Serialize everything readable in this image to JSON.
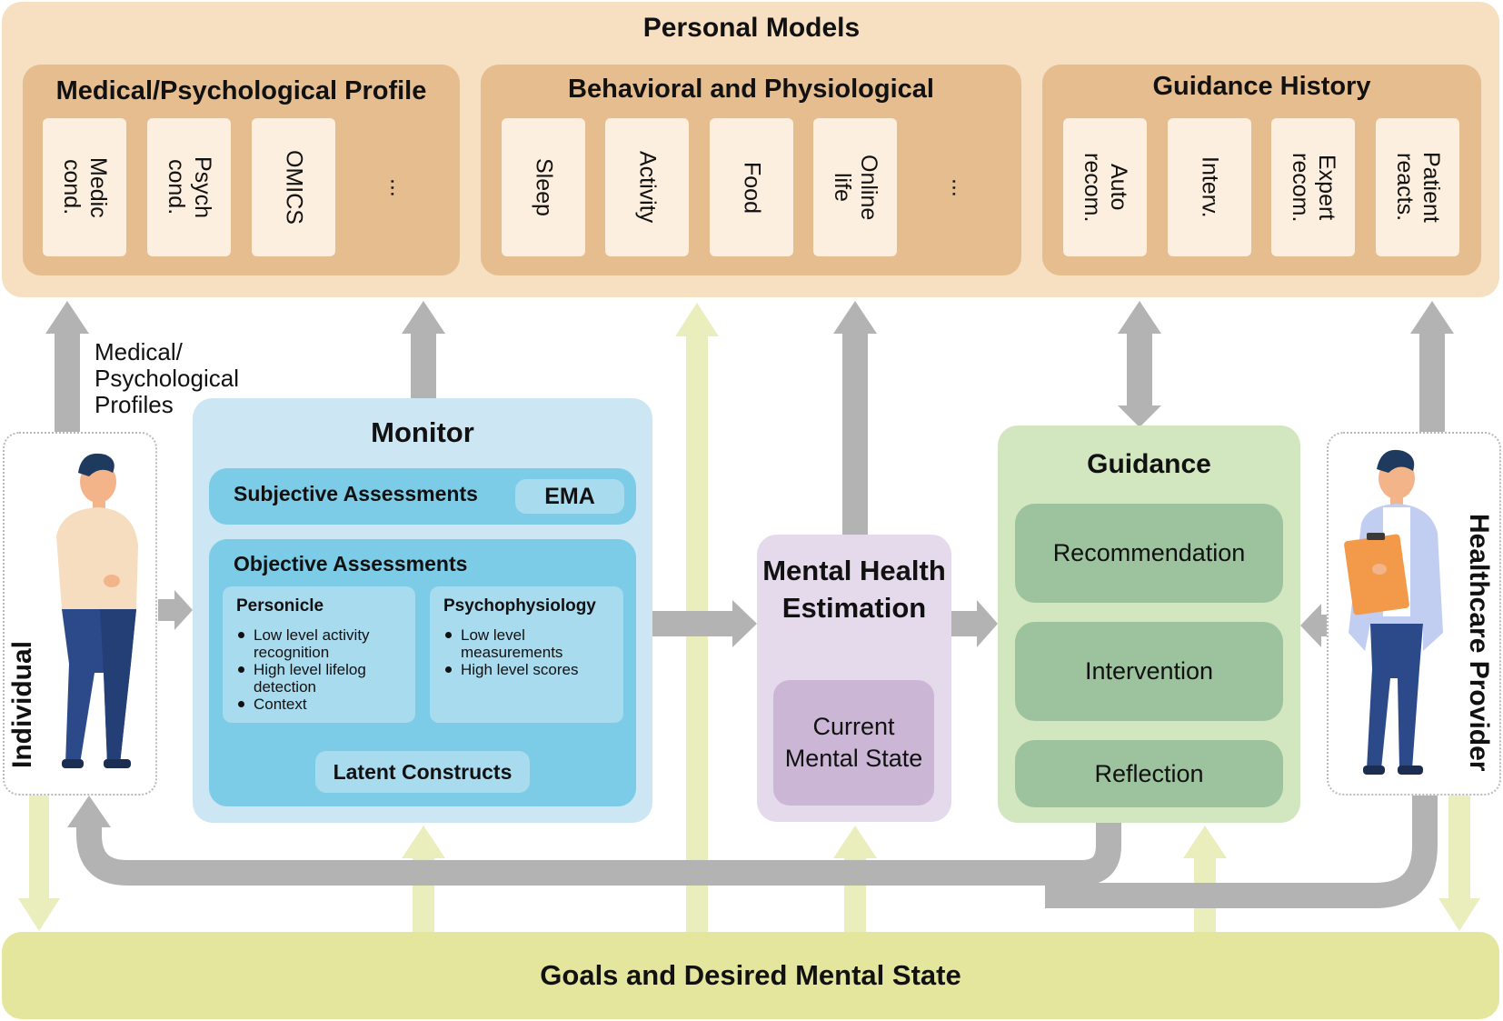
{
  "personal_models": {
    "title": "Personal Models",
    "groups": [
      {
        "title": "Medical/Psychological Profile",
        "items": [
          "Medic\ncond.",
          "Psych\ncond.",
          "OMICS",
          "..."
        ]
      },
      {
        "title": "Behavioral and Physiological",
        "items": [
          "Sleep",
          "Activity",
          "Food",
          "Online\nlife",
          "..."
        ]
      },
      {
        "title": "Guidance History",
        "items": [
          "Auto\nrecom.",
          "Interv.",
          "Expert\nrecom.",
          "Patient\nreacts."
        ]
      }
    ]
  },
  "profile_note": "Medical/\nPsychological\nProfiles",
  "individual": {
    "label": "Individual"
  },
  "provider": {
    "label": "Healthcare Provider"
  },
  "monitor": {
    "title": "Monitor",
    "subjective": {
      "label": "Subjective Assessments",
      "badge": "EMA"
    },
    "objective": {
      "label": "Objective Assessments",
      "personicle": {
        "title": "Personicle",
        "bullets": [
          "Low level activity recognition",
          "High level lifelog detection",
          "Context"
        ]
      },
      "psychophysiology": {
        "title": "Psychophysiology",
        "bullets": [
          "Low level measurements",
          "High level scores"
        ]
      }
    },
    "latent": "Latent Constructs"
  },
  "estimation": {
    "title": "Mental Health Estimation",
    "state": "Current Mental State"
  },
  "guidance": {
    "title": "Guidance",
    "items": [
      "Recommendation",
      "Intervention",
      "Reflection"
    ]
  },
  "goals": "Goals and Desired Mental State",
  "colors": {
    "personal_models_bg": "#f7dfc1",
    "personal_models_group": "#e6bd8f",
    "monitor_bg": "#cde6f3",
    "monitor_inner": "#7ccbe7",
    "estimation_bg": "#e5d9ec",
    "guidance_bg": "#d2e6c0",
    "guidance_item": "#9cc39d",
    "goals_bg": "#e5e69e",
    "arrow_gray": "#b3b3b3",
    "arrow_yellow": "#e9eebc"
  },
  "icons": [
    "person-standing-icon",
    "doctor-with-clipboard-icon"
  ]
}
